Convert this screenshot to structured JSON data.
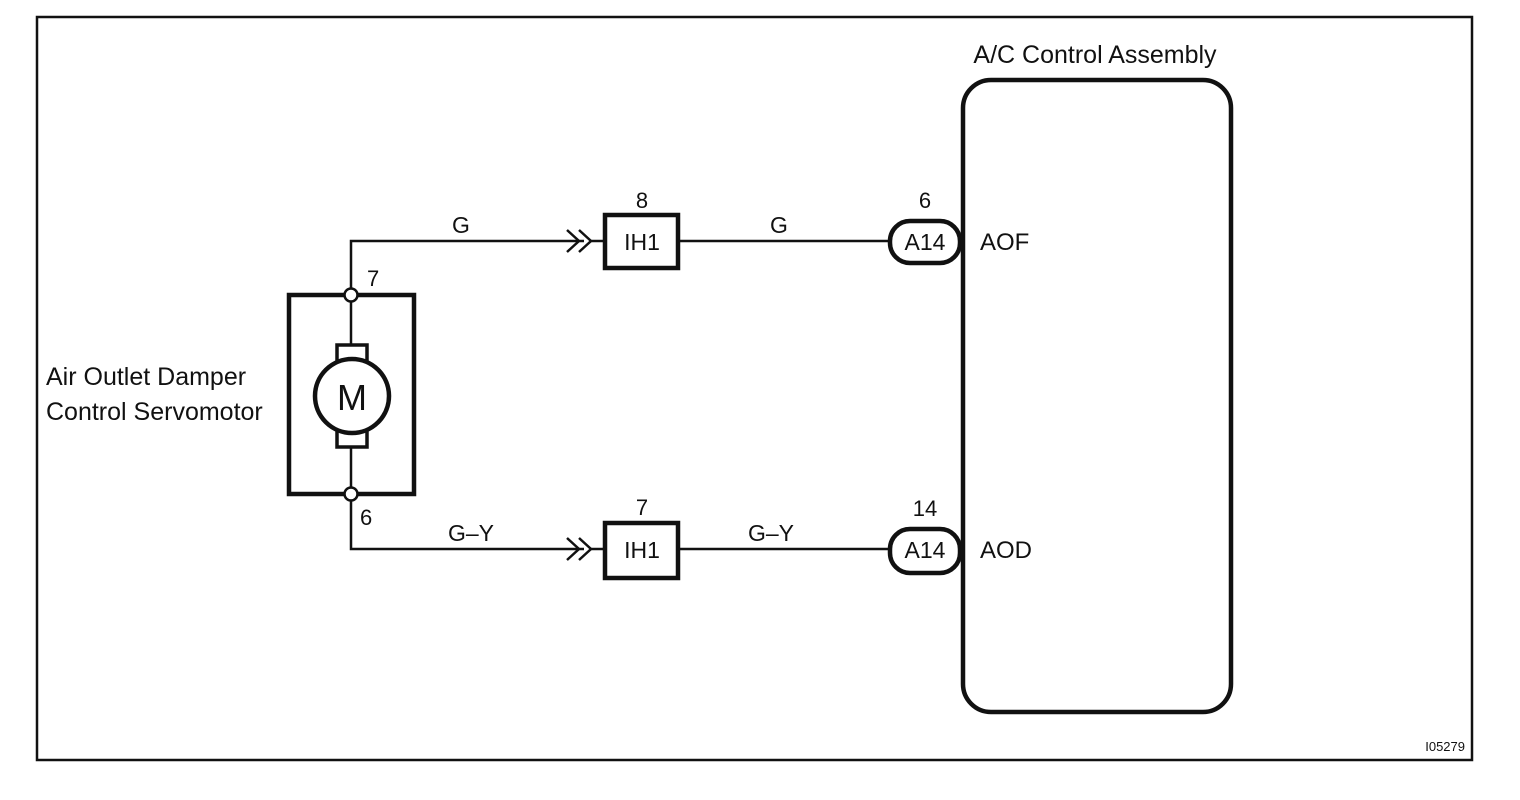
{
  "diagram_code": "I05279",
  "servomotor": {
    "label_line1": "Air Outlet Damper",
    "label_line2": "Control Servomotor",
    "motor_symbol": "M",
    "pin_top": "7",
    "pin_bottom": "6"
  },
  "control_assembly": {
    "label": "A/C Control Assembly"
  },
  "circuits": [
    {
      "wire_color_motor_side": "G",
      "junction_connector": "IH1",
      "junction_pin": "8",
      "wire_color_ecu_side": "G",
      "ecu_connector": "A14",
      "ecu_pin": "6",
      "terminal_name": "AOF"
    },
    {
      "wire_color_motor_side": "G–Y",
      "junction_connector": "IH1",
      "junction_pin": "7",
      "wire_color_ecu_side": "G–Y",
      "ecu_connector": "A14",
      "ecu_pin": "14",
      "terminal_name": "AOD"
    }
  ]
}
